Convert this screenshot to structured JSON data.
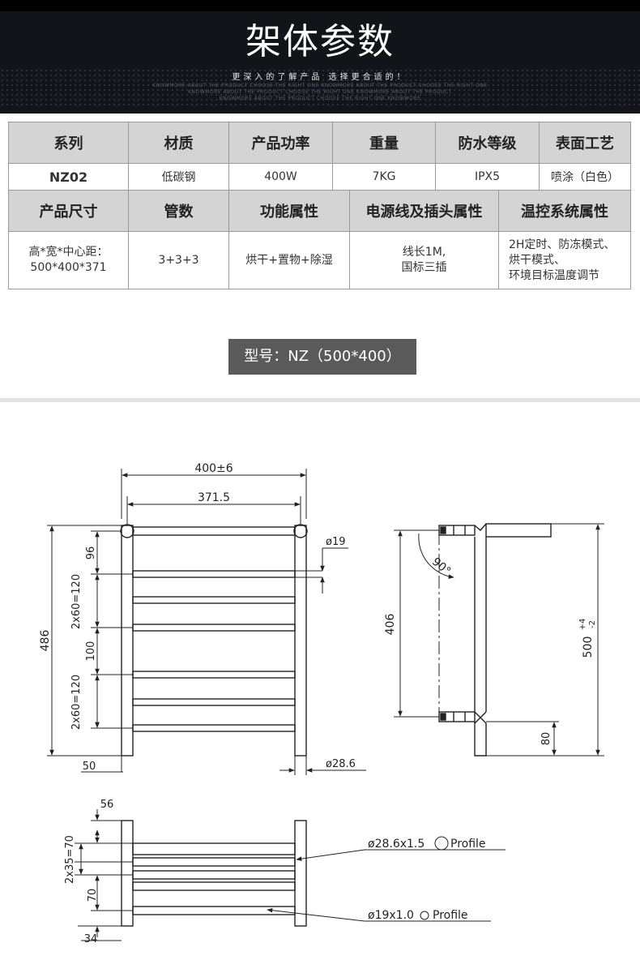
{
  "header": {
    "title": "架体参数",
    "subtitle": "更深入的了解产品 选择更合适的！",
    "micro_lines": [
      "KNOWMORE ABOUT THE PRODUCT CHOOSE THE RIGHT ONE KNOWMORE ABOUT THE PRODUCT CHOOSE THE RIGHT ONE",
      "KNOWMORE ABOUT THE PRODUCT CHOOSE THE RIGHT ONE KNOWMORE ABOUT THE PRODUCT",
      "KNOWMORE ABOUT THE PRODUCT CHOOSE THE RIGHT ONE KNOWMORE"
    ]
  },
  "spec_table": {
    "row1_headers": [
      "系列",
      "材质",
      "产品功率",
      "重量",
      "防水等级",
      "表面工艺"
    ],
    "row1_values": [
      "NZ02",
      "低碳钢",
      "400W",
      "7KG",
      "IPX5",
      "喷涂（白色）"
    ],
    "row2_headers": [
      "产品尺寸",
      "管数",
      "功能属性",
      "电源线及插头属性",
      "温控系统属性"
    ],
    "row2_values": {
      "size_line1": "高*宽*中心距：",
      "size_line2": "500*400*371",
      "tubes": "3+3+3",
      "function": "烘干+置物+除湿",
      "cable_line1": "线长1M,",
      "cable_line2": "国标三插",
      "thermo_line1": "2H定时、防冻模式、",
      "thermo_line2": "烘干模式、",
      "thermo_line3": "环境目标温度调节"
    }
  },
  "model_label": "型号：NZ（500*400）",
  "drawing": {
    "front": {
      "width_overall": "400±6",
      "width_center": "371.5",
      "pipe_small": "ø19",
      "pipe_large": "ø28.6",
      "height_total": "486",
      "dim_top": "96",
      "dim_group1": "2x60=120",
      "dim_mid": "100",
      "dim_group2": "2x60=120",
      "dim_bottom": "50"
    },
    "side": {
      "angle": "90°",
      "height_inner": "406",
      "height_total": "500",
      "tol_plus": "+4",
      "tol_minus": "-2",
      "dim_bottom": "80"
    },
    "top": {
      "dim_top": "56",
      "dim_group": "2x35=70",
      "dim_mid": "70",
      "dim_bottom": "34",
      "profile_large": "ø28.6x1.5",
      "profile_large_word": "Profile",
      "profile_small": "ø19x1.0",
      "profile_small_word": "Profile"
    }
  }
}
